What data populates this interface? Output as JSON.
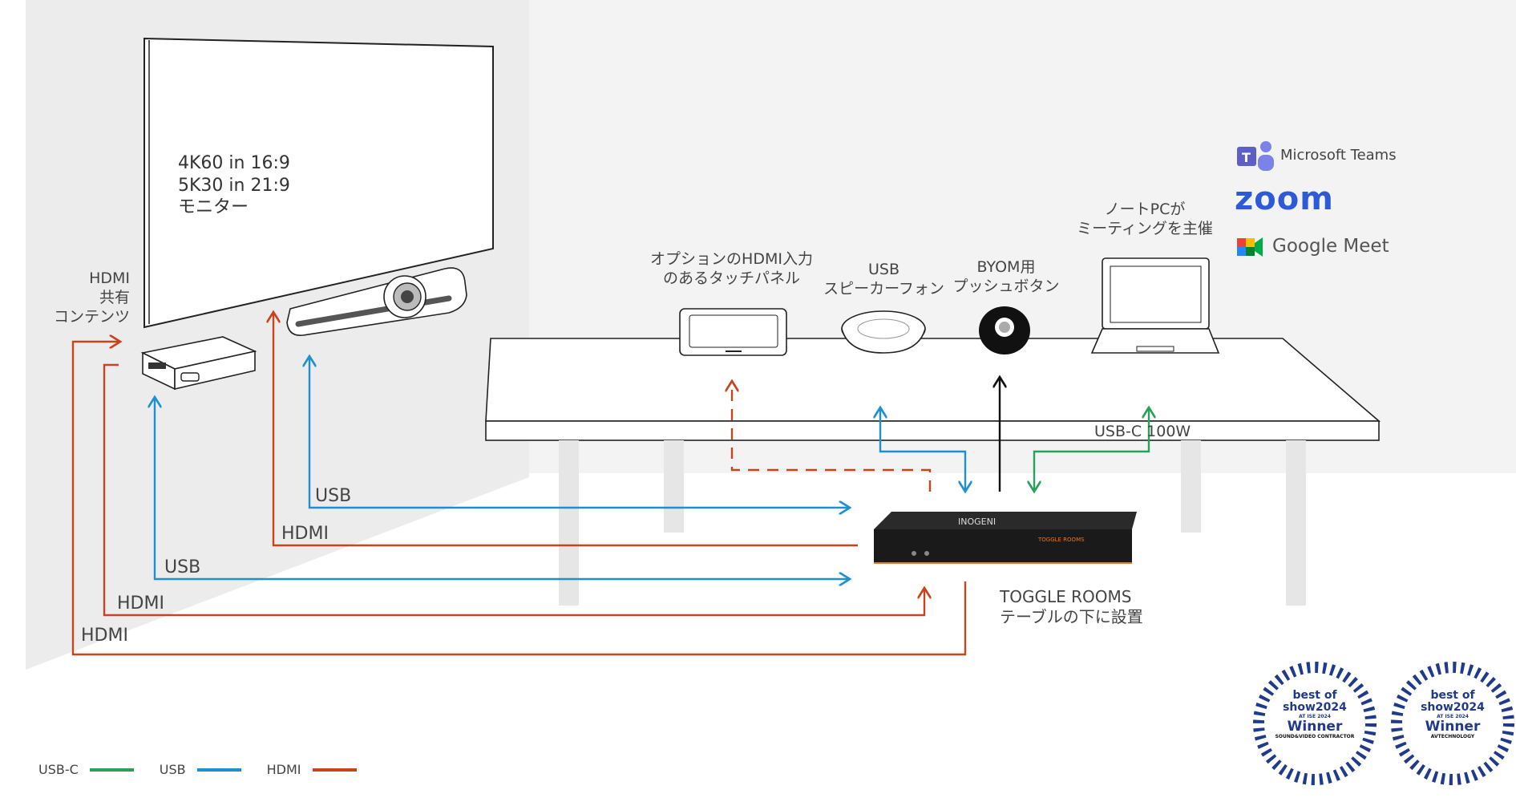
{
  "monitor": {
    "lines": [
      "4K60 in 16:9",
      "5K30 in 21:9",
      "モニター"
    ]
  },
  "hdmi_share": {
    "lines": [
      "HDMI",
      "共有",
      "コンテンツ"
    ]
  },
  "devices": {
    "touch_panel": [
      "オプションのHDMI入力",
      "のあるタッチパネル"
    ],
    "speakerphone": [
      "USB",
      "スピーカーフォン"
    ],
    "push_button": [
      "BYOM用",
      "プッシュボタン"
    ],
    "laptop": [
      "ノートPCが",
      "ミーティングを主催"
    ]
  },
  "table_label": "USB-C 100W",
  "toggle_rooms": {
    "lines": [
      "TOGGLE ROOMS",
      "テーブルの下に設置"
    ],
    "brand": "INOGENI",
    "model": "TOGGLE ROOMS"
  },
  "connections": {
    "usb_camera": "USB",
    "hdmi_monitor": "HDMI",
    "usb_pc": "USB",
    "hdmi_pc_in": "HDMI",
    "hdmi_pc_out": "HDMI"
  },
  "platforms": {
    "teams": "Microsoft Teams",
    "zoom": "zoom",
    "meet": "Google Meet"
  },
  "awards": [
    {
      "top": "best of",
      "show": "show2024",
      "sub": "AT ISE 2024",
      "winner": "Winner",
      "pub": "SOUND&VIDEO CONTRACTOR"
    },
    {
      "top": "best of",
      "show": "show2024",
      "sub": "AT ISE 2024",
      "winner": "Winner",
      "pub": "AVTECHNOLOGY"
    }
  ],
  "legend": [
    {
      "label": "USB-C",
      "color": "#2aa05a"
    },
    {
      "label": "USB",
      "color": "#1e90d0"
    },
    {
      "label": "HDMI",
      "color": "#c8441c"
    }
  ],
  "colors": {
    "usbc": "#2aa05a",
    "usb": "#1e90d0",
    "hdmi": "#c8441c",
    "room_bg": "#f1f1f1"
  }
}
